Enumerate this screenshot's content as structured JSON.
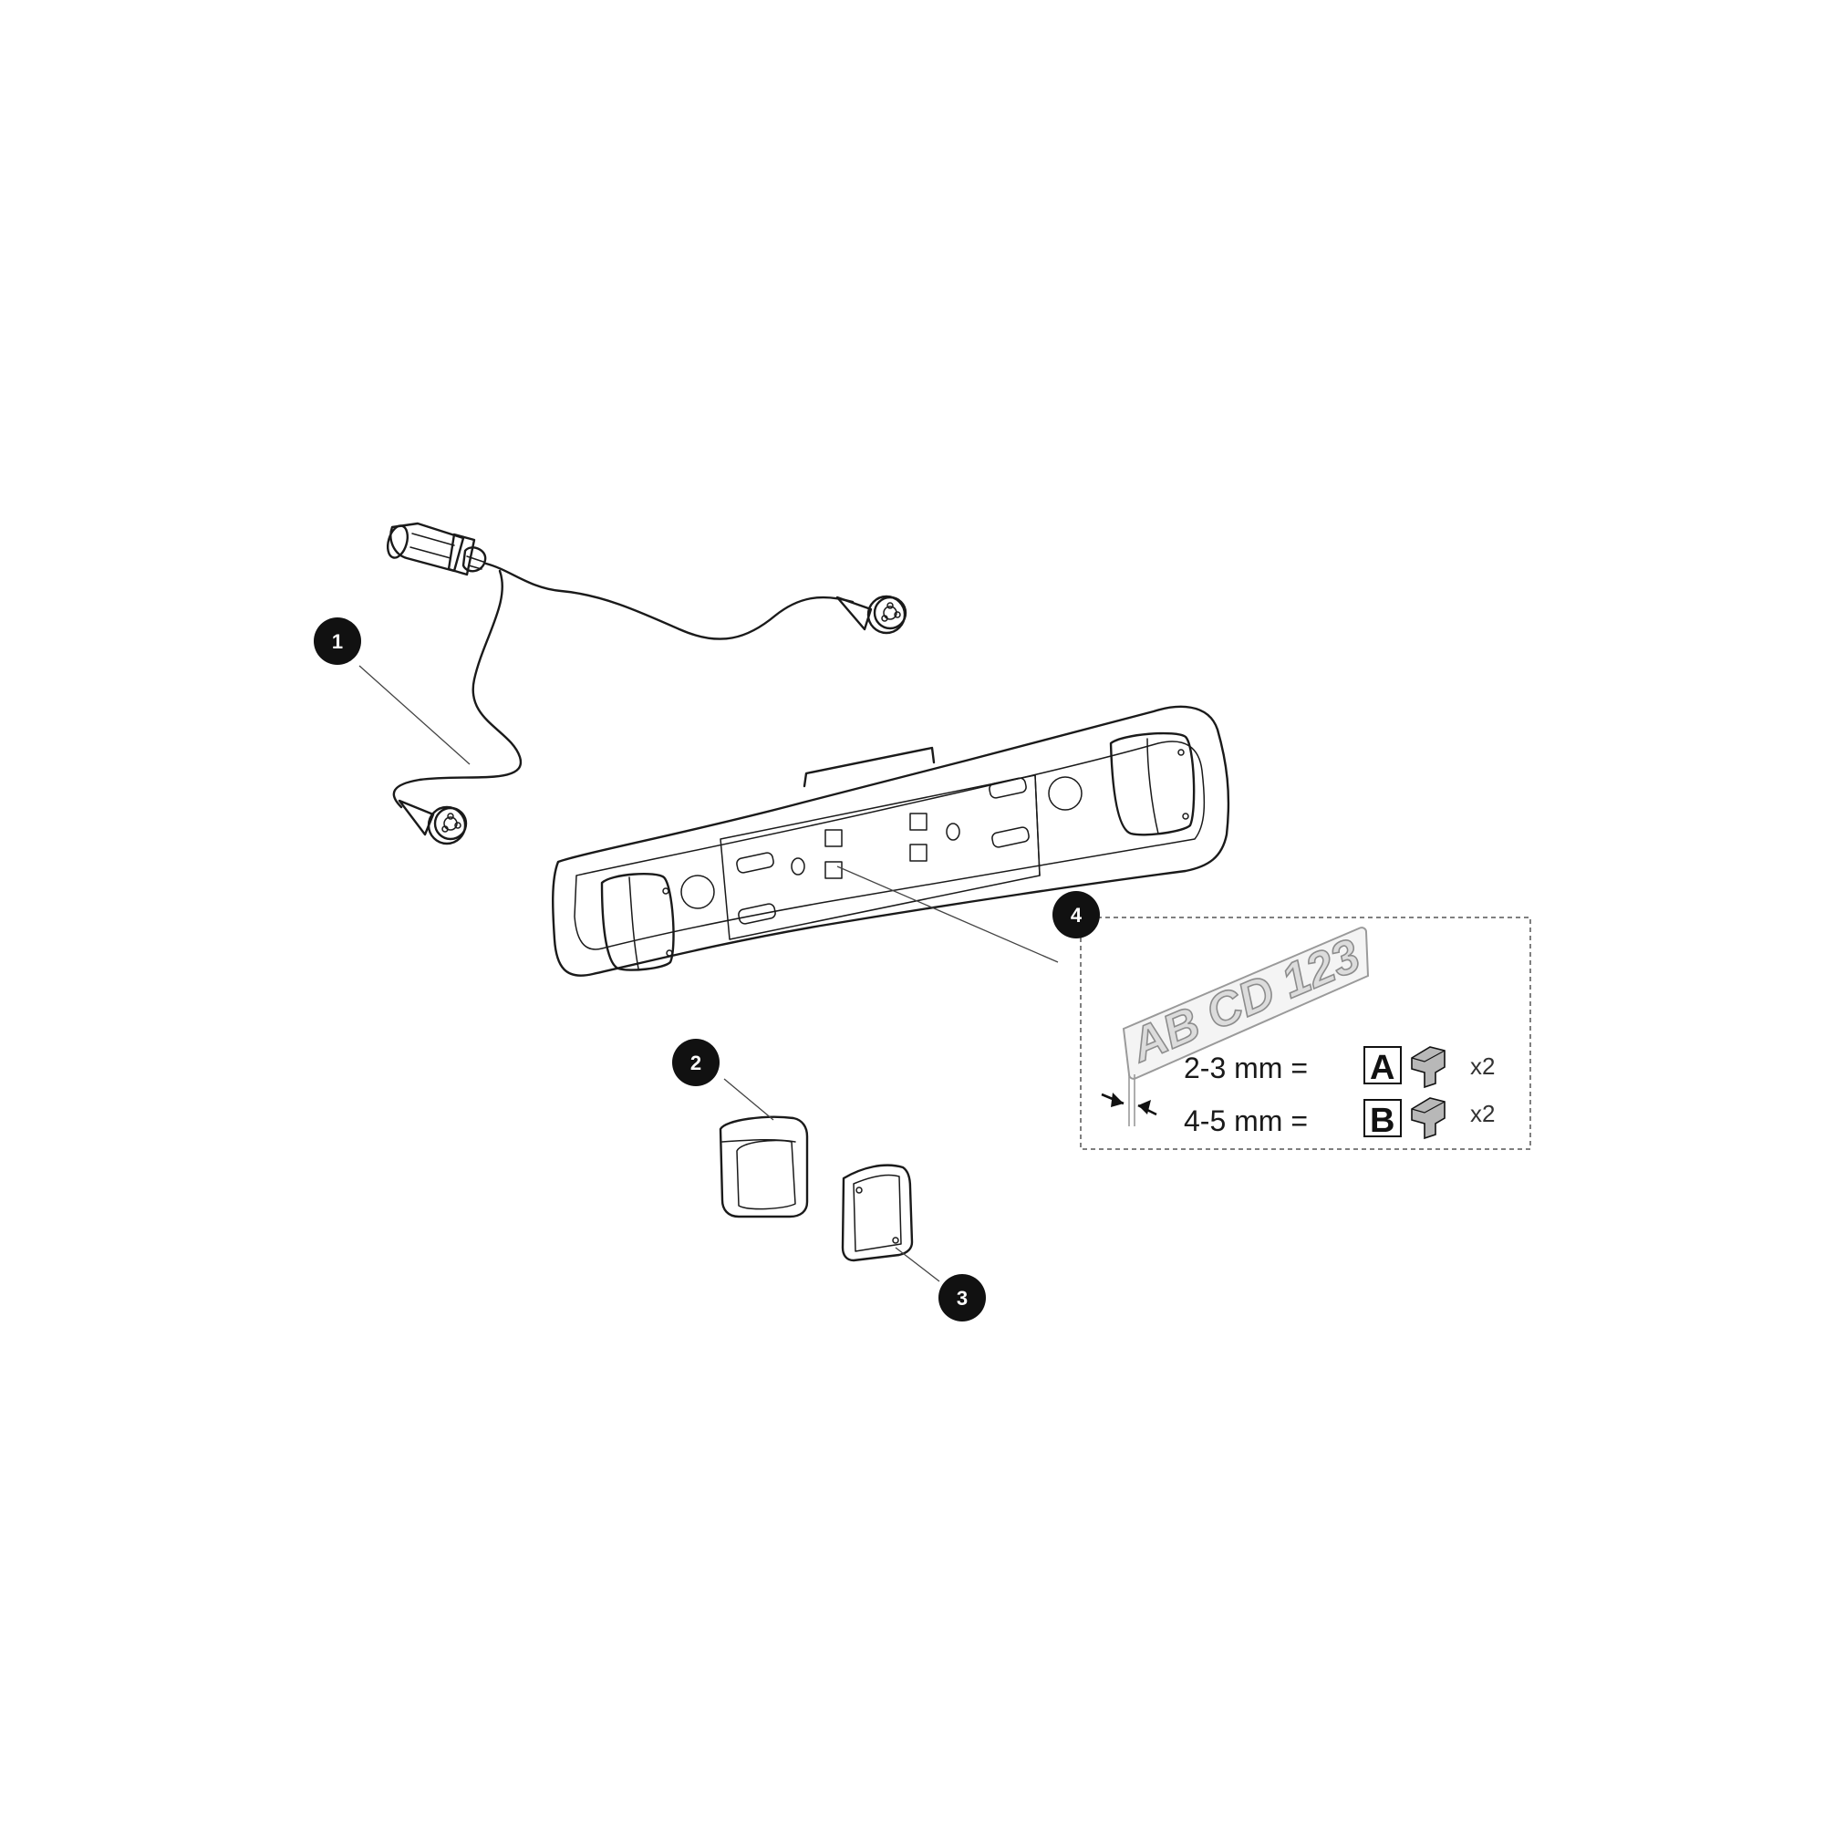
{
  "callouts": [
    "1",
    "2",
    "3",
    "4"
  ],
  "detail": {
    "plate_text": "AB CD  123",
    "rows": [
      {
        "range": "2-3 mm =",
        "letter": "A",
        "quantity": "x2"
      },
      {
        "range": "4-5 mm =",
        "letter": "B",
        "quantity": "x2"
      }
    ]
  },
  "icons": [
    "thickness-arrows-icon",
    "clip-icon"
  ]
}
